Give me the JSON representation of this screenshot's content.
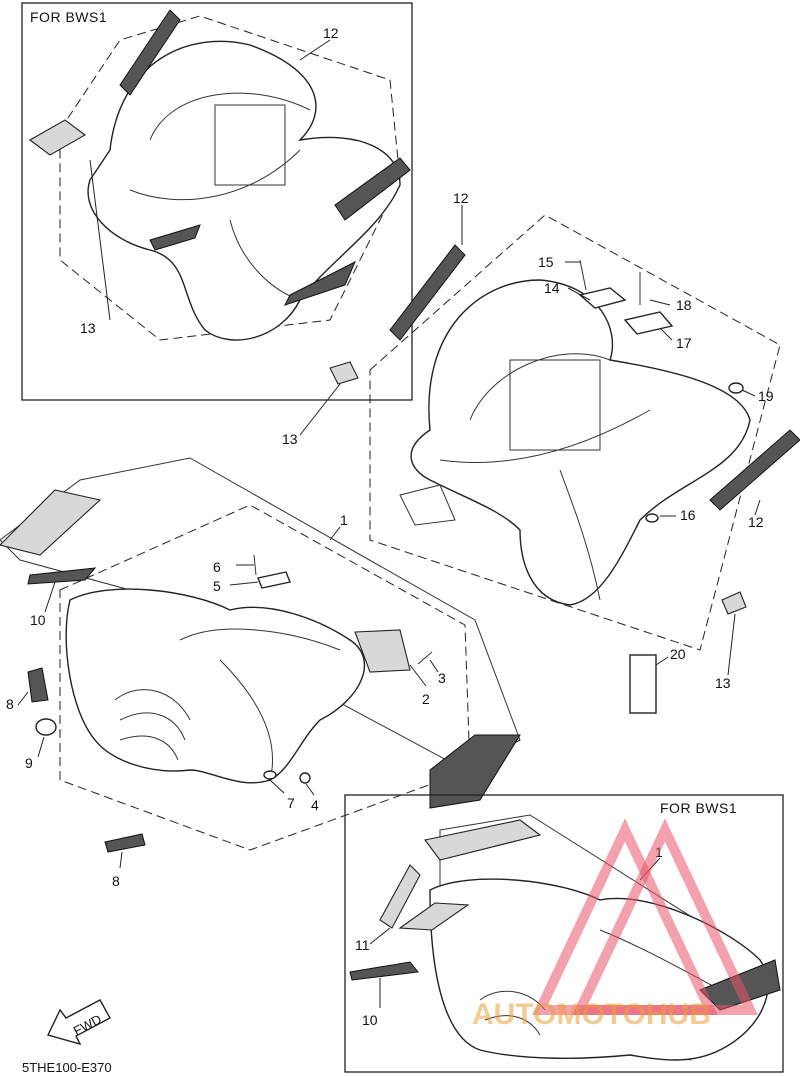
{
  "boxes": {
    "rear_variant": "FOR  BWS1",
    "front_variant": "FOR  BWS1"
  },
  "callouts": {
    "c1": "1",
    "c1b": "1",
    "c2": "2",
    "c3": "3",
    "c4": "4",
    "c5": "5",
    "c6": "6",
    "c7": "7",
    "c8a": "8",
    "c8b": "8",
    "c9": "9",
    "c10a": "10",
    "c10b": "10",
    "c11": "11",
    "c12a": "12",
    "c12b": "12",
    "c12c": "12",
    "c13a": "13",
    "c13b": "13",
    "c13c": "13",
    "c14": "14",
    "c15": "15",
    "c16": "16",
    "c17": "17",
    "c18": "18",
    "c19": "19",
    "c20": "20"
  },
  "direction_arrow": "FWD",
  "diagram_code": "5THE100-E370",
  "watermark": "AUTOMOTOHUB"
}
